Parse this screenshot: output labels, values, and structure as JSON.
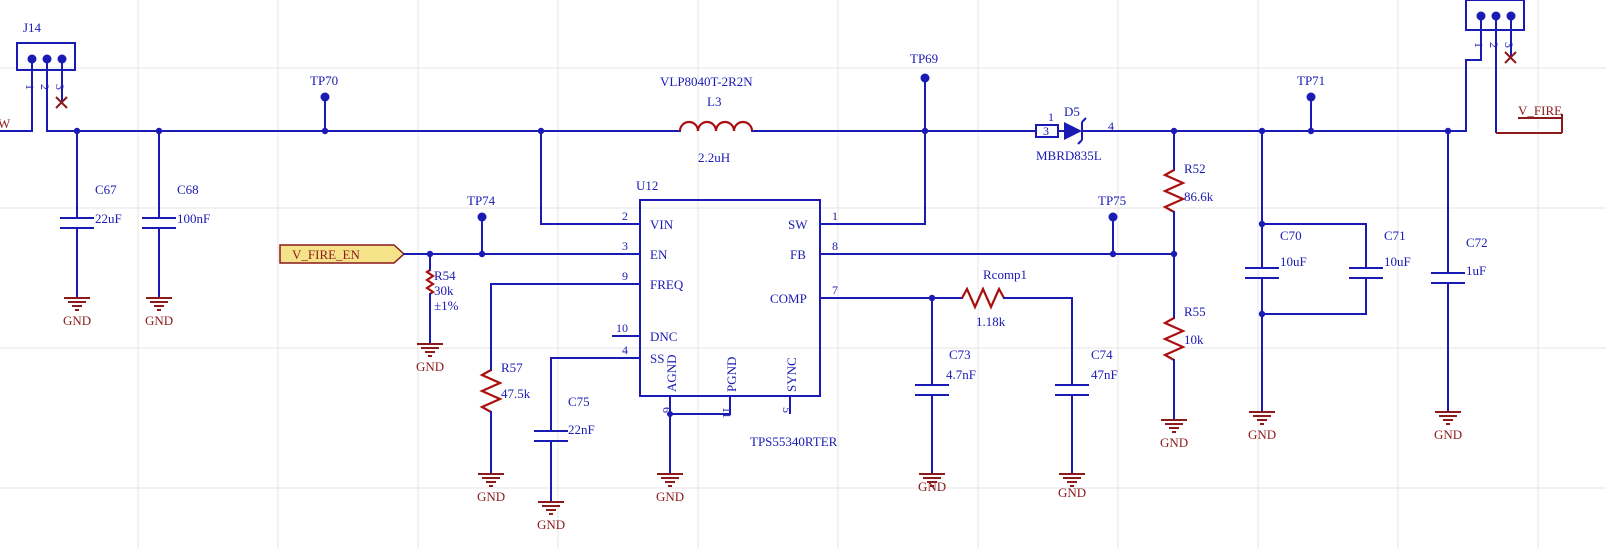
{
  "input_net_label": "W",
  "output_net_label": "V_FIRE",
  "input_port": "V_FIRE_EN",
  "gnd_label": "GND",
  "connectors": {
    "j14": {
      "ref": "J14",
      "pins": [
        "1",
        "2",
        "3"
      ]
    },
    "j_out": {
      "pins": [
        "1",
        "2",
        "3"
      ]
    }
  },
  "ic": {
    "ref": "U12",
    "part": "TPS55340RTER",
    "pins": {
      "vin": {
        "name": "VIN",
        "num": "2"
      },
      "en": {
        "name": "EN",
        "num": "3"
      },
      "freq": {
        "name": "FREQ",
        "num": "9"
      },
      "dnc": {
        "name": "DNC",
        "num": "10"
      },
      "ss": {
        "name": "SS",
        "num": "4"
      },
      "sw": {
        "name": "SW",
        "num": "1"
      },
      "fb": {
        "name": "FB",
        "num": "8"
      },
      "comp": {
        "name": "COMP",
        "num": "7"
      },
      "agnd": {
        "name": "AGND",
        "num": "6"
      },
      "pgnd": {
        "name": "PGND",
        "num": "11"
      },
      "sync": {
        "name": "SYNC",
        "num": "5"
      }
    }
  },
  "inductor": {
    "ref": "L3",
    "part": "VLP8040T-2R2N",
    "value": "2.2uH"
  },
  "diode": {
    "ref": "D5",
    "part": "MBRD835L",
    "pin_a": "1",
    "pin_b": "3",
    "pin_k": "4"
  },
  "testpoints": {
    "tp70": "TP70",
    "tp69": "TP69",
    "tp71": "TP71",
    "tp74": "TP74",
    "tp75": "TP75"
  },
  "capacitors": {
    "c67": {
      "ref": "C67",
      "value": "22uF"
    },
    "c68": {
      "ref": "C68",
      "value": "100nF"
    },
    "c70": {
      "ref": "C70",
      "value": "10uF"
    },
    "c71": {
      "ref": "C71",
      "value": "10uF"
    },
    "c72": {
      "ref": "C72",
      "value": "1uF"
    },
    "c73": {
      "ref": "C73",
      "value": "4.7nF"
    },
    "c74": {
      "ref": "C74",
      "value": "47nF"
    },
    "c75": {
      "ref": "C75",
      "value": "22nF"
    }
  },
  "resistors": {
    "r52": {
      "ref": "R52",
      "value": "86.6k"
    },
    "r55": {
      "ref": "R55",
      "value": "10k"
    },
    "r54": {
      "ref": "R54",
      "value": "30k",
      "tol": "±1%"
    },
    "r57": {
      "ref": "R57",
      "value": "47.5k"
    },
    "rcomp1": {
      "ref": "Rcomp1",
      "value": "1.18k"
    }
  },
  "colors": {
    "wire": "#1a1ab4",
    "component_body": "#aa1010",
    "power_text": "#8b1a1a",
    "port_fill": "#f5e38a",
    "grid": "#e4e4e4"
  }
}
